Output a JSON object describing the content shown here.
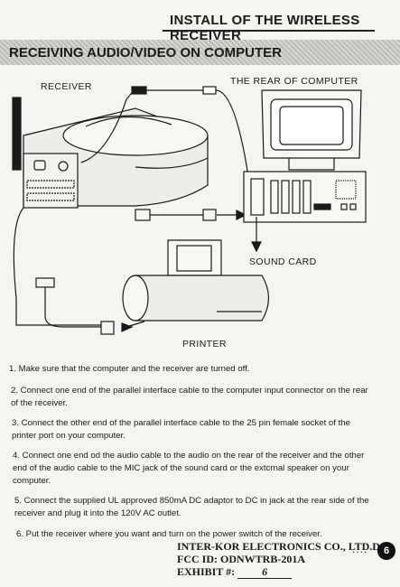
{
  "header": {
    "title": "INSTALL OF THE WIRELESS RECEIVER"
  },
  "section": {
    "title": "RECEIVING AUDIO/VIDEO ON COMPUTER"
  },
  "diagram": {
    "receiver_label": "RECEIVER",
    "computer_label": "THE REAR OF COMPUTER",
    "sound_card_label": "SOUND CARD",
    "printer_label": "PRINTER"
  },
  "steps": [
    "1. Make sure that the computer and the receiver are turned off.",
    "2. Connect one end of the parallel interface cable to the computer input connector on the rear of the receiver.",
    "3. Connect the other end of the parallel interface cable to the 25 pin female socket of the printer port on your computer.",
    "4. Connect one end od the audio cable to the audio on the rear of the receiver and the other end of the audio cable to the MIC jack of the sound card or the extcrnal speaker on your computer.",
    "5. Connect the supplied UL approved 850mA DC adaptor to DC in jack at the rear side of the receiver and plug it into the 120V AC outlet.",
    "6. Put the receiver where you want and turn on the power switch of the receiver."
  ],
  "footer": {
    "company": "INTER-KOR ELECTRONICS CO., LTD.",
    "fcc_id": "FCC ID: ODNWTRB-201A",
    "exhibit": "EXHIBIT #:",
    "exhibit_mark": "6",
    "page_suffix": "D.",
    "leader": "....",
    "page_number": "6"
  }
}
